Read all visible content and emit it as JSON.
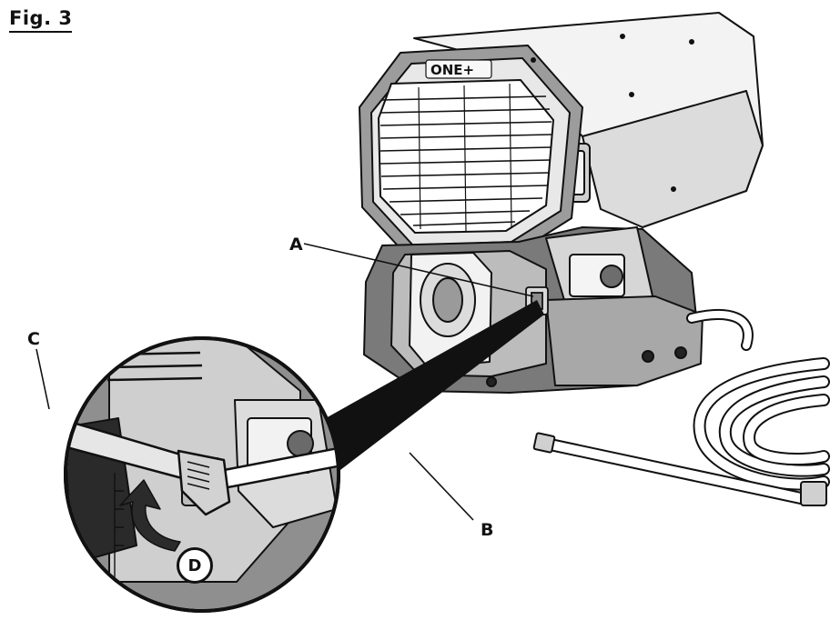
{
  "figure": {
    "title": "Fig. 3",
    "brand_logo": "ONE+",
    "callouts": {
      "a": "A",
      "b": "B",
      "c": "C",
      "d": "D"
    }
  },
  "colors": {
    "ink": "#111111",
    "body_light": "#efefef",
    "body_mid": "#bdbdbd",
    "body_dark": "#5a5a5a",
    "shadow": "#1a1a1a"
  }
}
